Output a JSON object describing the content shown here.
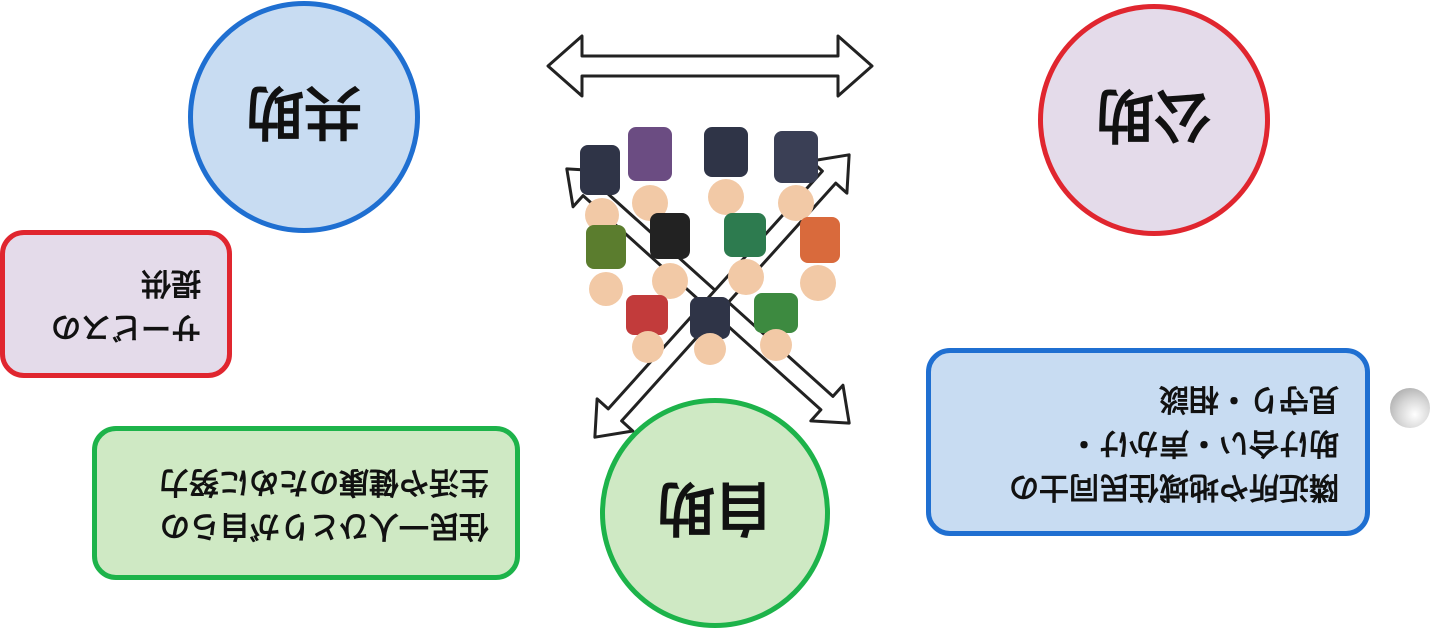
{
  "nodes": {
    "jijo": {
      "label": "自助",
      "color": "#1db34a",
      "fill": "#cfe9c4"
    },
    "kyojo": {
      "label": "共助",
      "color": "#1f6fd1",
      "fill": "#c8dcf2"
    },
    "kojo": {
      "label": "公助",
      "color": "#e0262f",
      "fill": "#e4dbea"
    }
  },
  "boxes": {
    "jijo": {
      "lines": [
        "住民一人ひとりが自らの",
        "生活や健康のために努力"
      ]
    },
    "kyojo": {
      "lines": [
        "隣近所や地域住民同士の",
        "助け合い・声かけ・",
        "見守り・相談"
      ]
    },
    "kojo": {
      "lines": [
        "サービスの",
        "提供"
      ]
    }
  }
}
